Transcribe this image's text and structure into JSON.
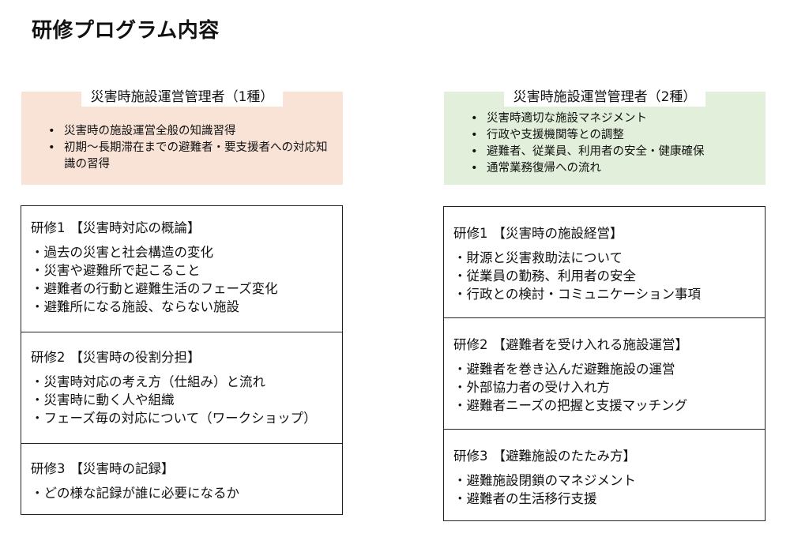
{
  "page_title": "研修プログラム内容",
  "programs": [
    {
      "title": "災害時施設運営管理者（1種）",
      "color": "#f9e3d7",
      "summary": [
        "災害時の施設運営全般の知識習得",
        "初期～長期滞在までの避難者・要支援者への対応知識の習得"
      ],
      "modules": [
        {
          "number": "研修1",
          "title": "【災害時対応の概論】",
          "items": [
            "・過去の災害と社会構造の変化",
            "・災害や避難所で起こること",
            "・避難者の行動と避難生活のフェーズ変化",
            "・避難所になる施設、ならない施設"
          ]
        },
        {
          "number": "研修2",
          "title": "【災害時の役割分担】",
          "items": [
            "・災害時対応の考え方（仕組み）と流れ",
            "・災害時に動く人や組織",
            "・フェーズ毎の対応について（ワークショップ）"
          ]
        },
        {
          "number": "研修3",
          "title": "【災害時の記録】",
          "items": [
            "・どの様な記録が誰に必要になるか"
          ]
        }
      ]
    },
    {
      "title": "災害時施設運営管理者（2種）",
      "color": "#e2efda",
      "summary": [
        "災害時適切な施設マネジメント",
        "行政や支援機関等との調整",
        "避難者、従業員、利用者の安全・健康確保",
        "通常業務復帰への流れ"
      ],
      "modules": [
        {
          "number": "研修1",
          "title": "【災害時の施設経営】",
          "items": [
            "・財源と災害救助法について",
            "・従業員の勤務、利用者の安全",
            "・行政との検討・コミュニケーション事項"
          ]
        },
        {
          "number": "研修2",
          "title": "【避難者を受け入れる施設運営】",
          "items": [
            "・避難者を巻き込んだ避難施設の運営",
            "・外部協力者の受け入れ方",
            "・避難者ニーズの把握と支援マッチング"
          ]
        },
        {
          "number": "研修3",
          "title": "【避難施設のたたみ方】",
          "items": [
            "・避難施設閉鎖のマネジメント",
            "・避難者の生活移行支援"
          ]
        }
      ]
    }
  ]
}
